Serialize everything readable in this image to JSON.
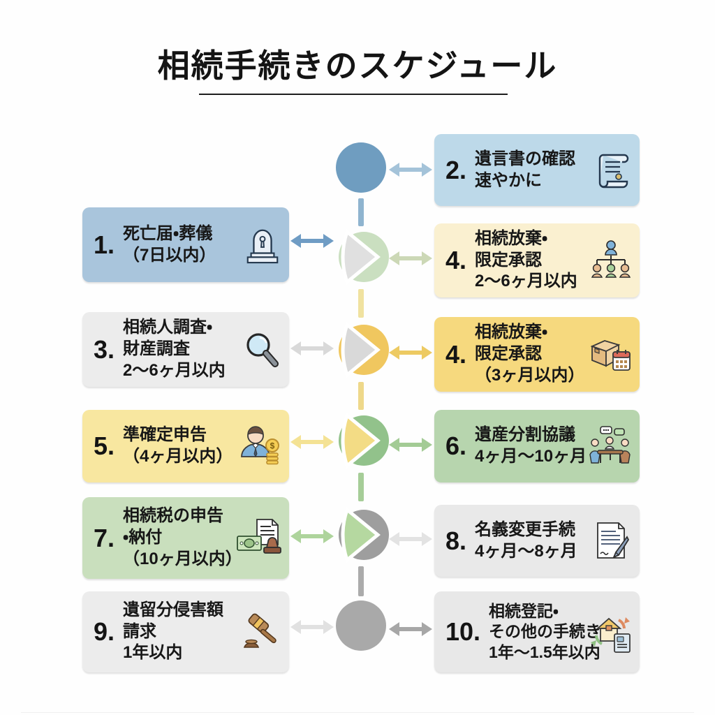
{
  "title": "相続手続きのスケジュール",
  "steps": [
    {
      "id": "step-1",
      "number": "1.",
      "lines": [
        "死亡届・葬儀",
        "（7日以内）"
      ],
      "icon": "tombstone-icon",
      "side": "left",
      "color": "#a9c5dc"
    },
    {
      "id": "step-2",
      "number": "2.",
      "lines": [
        "遺言書の確認",
        "速やかに"
      ],
      "icon": "scroll-document-icon",
      "side": "right",
      "color": "#bdd9e9"
    },
    {
      "id": "step-3",
      "number": "3.",
      "lines": [
        "相続人調査・",
        "財産調査",
        "2〜6ヶ月以内"
      ],
      "icon": "magnifier-icon",
      "side": "left",
      "color": "#ececec"
    },
    {
      "id": "step-4a",
      "number": "4.",
      "lines": [
        "相続放棄・",
        "限定承認",
        "2〜6ヶ月以内"
      ],
      "icon": "family-tree-icon",
      "side": "right",
      "color": "#faf0d0"
    },
    {
      "id": "step-4b",
      "number": "4.",
      "lines": [
        "相続放棄・",
        "限定承認",
        "（3ヶ月以内）"
      ],
      "icon": "box-calendar-icon",
      "side": "right",
      "color": "#f6d97e"
    },
    {
      "id": "step-5",
      "number": "5.",
      "lines": [
        "準確定申告",
        "（4ヶ月以内）"
      ],
      "icon": "accountant-money-icon",
      "side": "left",
      "color": "#f8e7a0"
    },
    {
      "id": "step-6",
      "number": "6.",
      "lines": [
        "遺産分割協議",
        "4ヶ月〜10ヶ月"
      ],
      "icon": "meeting-icon",
      "side": "right",
      "color": "#b7d5ae"
    },
    {
      "id": "step-7",
      "number": "7.",
      "lines": [
        "相続税の申告",
        "・納付",
        "（10ヶ月以内）"
      ],
      "icon": "tax-payment-icon",
      "side": "left",
      "color": "#c9dfbd"
    },
    {
      "id": "step-8",
      "number": "8.",
      "lines": [
        "名義変更手続",
        "4ヶ月〜8ヶ月"
      ],
      "icon": "document-pen-icon",
      "side": "right",
      "color": "#e9e9e9"
    },
    {
      "id": "step-9",
      "number": "9.",
      "lines": [
        "遺留分侵害額",
        "請求",
        "1年以内"
      ],
      "icon": "gavel-icon",
      "side": "left",
      "color": "#ececec"
    },
    {
      "id": "step-10",
      "number": "10.",
      "lines": [
        "相続登記・",
        "その他の手続き",
        "1年〜1.5年以内"
      ],
      "icon": "house-transfer-icon",
      "side": "right",
      "color": "#e8e8e8"
    }
  ],
  "timeline": {
    "nodes": [
      {
        "shape": "circle",
        "circle_color": "#6f9dc0"
      },
      {
        "shape": "chevron-circle",
        "chevron_color": "#e0e0e0",
        "circle_color": "#cadfc0"
      },
      {
        "shape": "chevron-circle",
        "chevron_color": "#d9d9d9",
        "circle_color": "#f0c75f"
      },
      {
        "shape": "chevron-circle",
        "chevron_color": "#f3dc85",
        "circle_color": "#92c28b"
      },
      {
        "shape": "chevron-circle",
        "chevron_color": "#b5d8a0",
        "circle_color": "#9e9e9e"
      },
      {
        "shape": "circle",
        "circle_color": "#a9a9a9"
      }
    ],
    "connector_colors": [
      "#8fb4cf",
      "#f0e2a0",
      "#eed88a",
      "#a6cd98",
      "#ababab"
    ],
    "arrow_colors": {
      "to_step_1": "#6f9cc4",
      "to_step_2": "#a4c3d9",
      "to_step_3": "#d9d9d9",
      "to_step_4a": "#ccd8b6",
      "to_step_4b": "#edca62",
      "to_step_5": "#f4e294",
      "to_step_6": "#a3cb95",
      "to_step_7": "#aed49c",
      "to_step_8": "#e3e3e3",
      "to_step_9": "#e1e1e1",
      "to_step_10": "#a7a7a7"
    }
  }
}
